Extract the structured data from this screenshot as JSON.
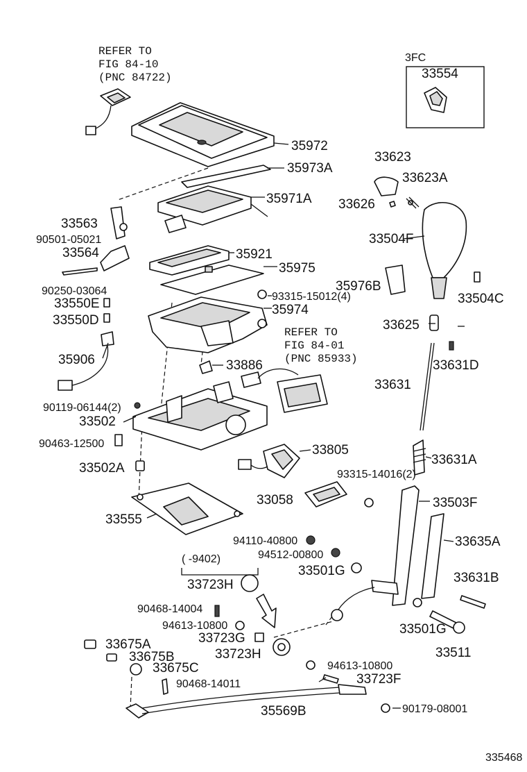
{
  "refs": {
    "ref1": [
      "REFER TO",
      "FIG 84-10",
      "(PNC 84722)"
    ],
    "ref2": [
      "REFER TO",
      "FIG 84-01",
      "(PNC 85933)"
    ]
  },
  "inset": {
    "code": "3FC",
    "part": "33554"
  },
  "range_note": "(   -9402)",
  "figure_id": "335468",
  "parts": {
    "p35972": "35972",
    "p35973A": "35973A",
    "p35971A": "35971A",
    "p33563": "33563",
    "p90501": "90501-05021",
    "p33564": "33564",
    "p35921": "35921",
    "p35975": "35975",
    "p90250": "90250-03064",
    "p93315a": "93315-15012(4)",
    "p35974": "35974",
    "p33550E": "33550E",
    "p33550D": "33550D",
    "p35906": "35906",
    "p33886": "33886",
    "p90119": "90119-06144(2)",
    "p33502": "33502",
    "p90463": "90463-12500",
    "p33805": "33805",
    "p33502A": "33502A",
    "p93315b": "93315-14016(2)",
    "p33058": "33058",
    "p33555": "33555",
    "p94110": "94110-40800",
    "p94512": "94512-00800",
    "p33501Ga": "33501G",
    "p33723H": "33723H",
    "p90468a": "90468-14004",
    "p94613a": "94613-10800",
    "p33723G": "33723G",
    "p33723Hb": "33723H",
    "p33675A": "33675A",
    "p33675B": "33675B",
    "p33675C": "33675C",
    "p94613b": "94613-10800",
    "p33723F": "33723F",
    "p90468b": "90468-14011",
    "p35569B": "35569B",
    "p90179": "90179-08001",
    "p33623": "33623",
    "p33623A": "33623A",
    "p33626": "33626",
    "p33504F": "33504F",
    "p35976B": "35976B",
    "p33504C": "33504C",
    "p33625": "33625",
    "p33631D": "33631D",
    "p33631": "33631",
    "p33631A": "33631A",
    "p33503F": "33503F",
    "p33635A": "33635A",
    "p33631B": "33631B",
    "p33501Gb": "33501G",
    "p33511": "33511"
  }
}
